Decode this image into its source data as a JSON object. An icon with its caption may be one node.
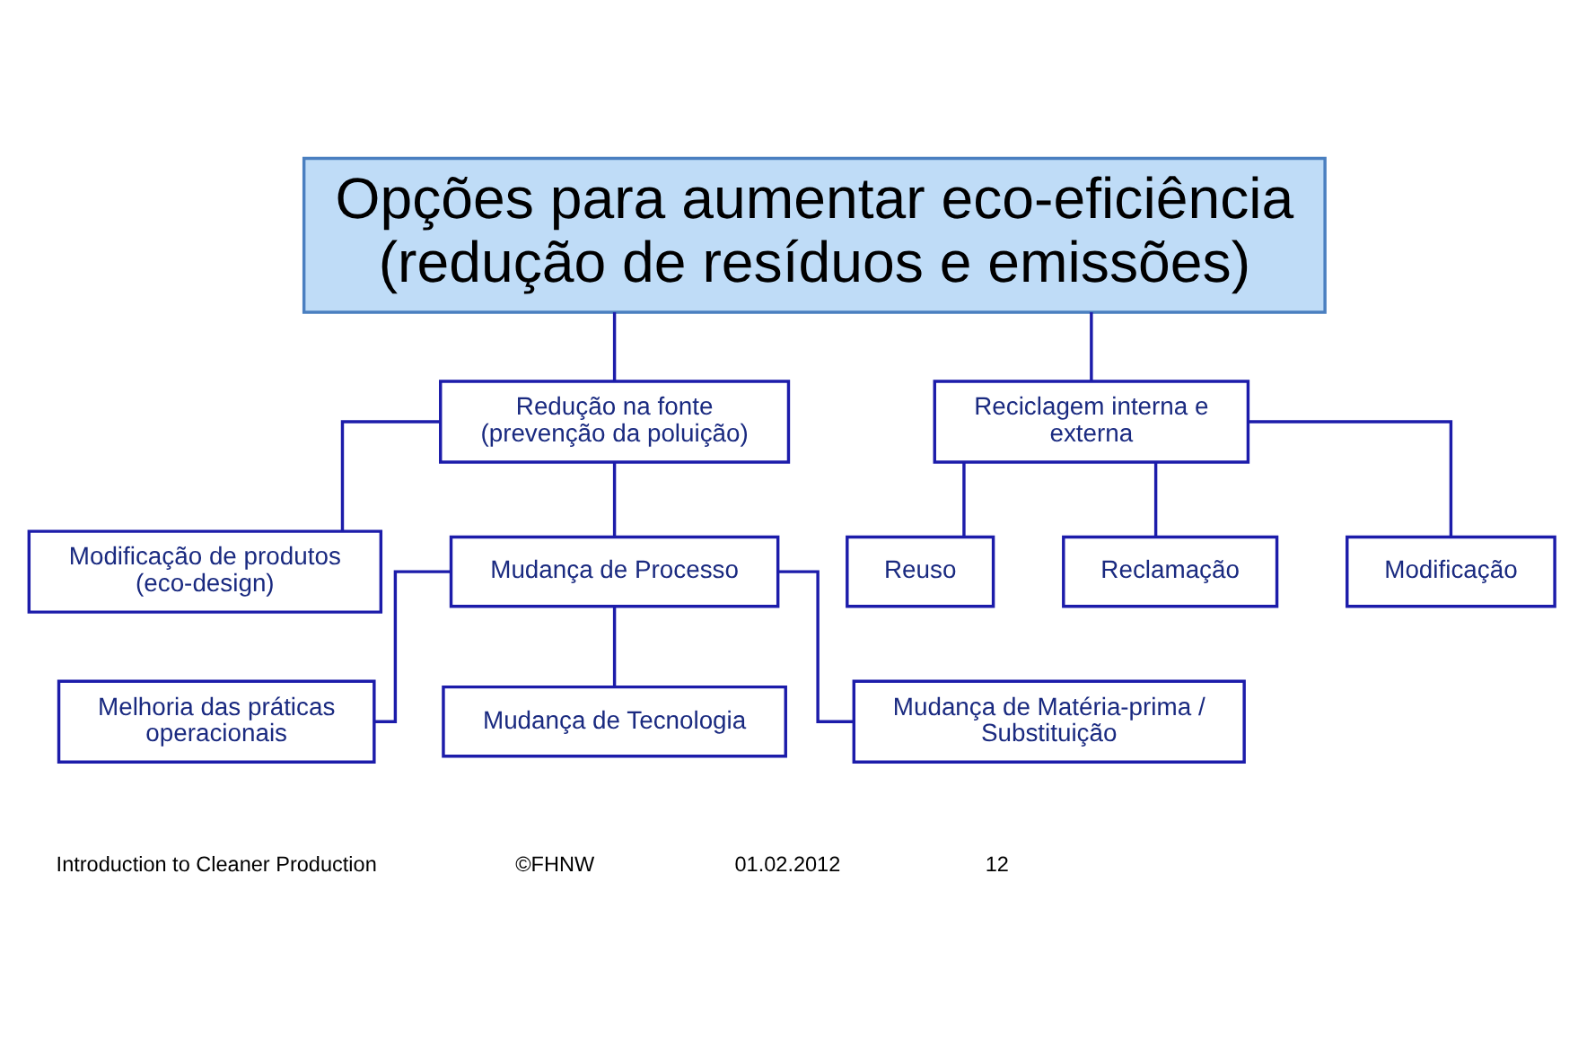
{
  "diagram": {
    "nodes": [
      {
        "text": [
          "Opções para aumentar eco-eficiência (redução de resíduos e emissões)"
        ]
      },
      {
        "text": [
          "Redução na fonte (prevenção da poluição)"
        ]
      },
      {
        "text": [
          "Reciclagem interna e externa"
        ]
      },
      {
        "text": [
          "Reuso"
        ]
      },
      {
        "text": [
          "Reclamação"
        ]
      },
      {
        "text": [
          "Modificação"
        ]
      },
      {
        "text": [
          "Modificação de produtos (eco-design)"
        ]
      },
      {
        "text": [
          "Mudança de Processo"
        ]
      },
      {
        "text": [
          "Melhoria das práticas operacionais"
        ]
      },
      {
        "text": [
          "Mudança de Tecnologia"
        ]
      },
      {
        "text": [
          "Mudança de Matéria-prima / Substituição"
        ]
      }
    ],
    "edges": [
      {
        "from": 0,
        "to": 1,
        "arrow": "none"
      },
      {
        "from": 0,
        "to": 2,
        "arrow": "none"
      },
      {
        "from": 2,
        "to": 3,
        "arrow": "none"
      },
      {
        "from": 2,
        "to": 4,
        "arrow": "none"
      },
      {
        "from": 2,
        "to": 5,
        "arrow": "none"
      },
      {
        "from": 1,
        "to": 6,
        "arrow": "none"
      },
      {
        "from": 1,
        "to": 7,
        "arrow": "none"
      },
      {
        "from": 7,
        "to": 8,
        "arrow": "none"
      },
      {
        "from": 7,
        "to": 9,
        "arrow": "none"
      },
      {
        "from": 7,
        "to": 10,
        "arrow": "none"
      }
    ],
    "labels": [
      "Introduction to Cleaner Production",
      "©FHNW",
      "01.02.2012",
      "12"
    ]
  }
}
